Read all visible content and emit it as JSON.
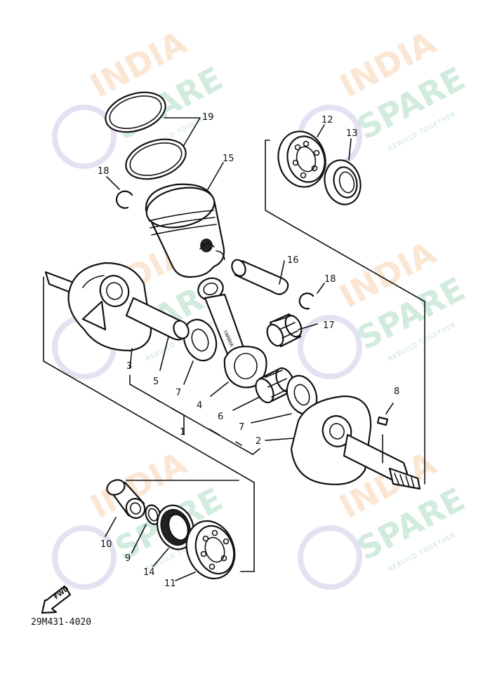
{
  "watermark": {
    "line1": "INDIA",
    "line2": "SPARE",
    "line3": "REBUILD TOGETHER",
    "colors": {
      "india": "#f5c8a0",
      "spare": "#9ad3b4",
      "emblem": "#c9c3e6"
    }
  },
  "callouts": {
    "p1": "1",
    "p2": "2",
    "p3": "3",
    "p4": "4",
    "p5": "5",
    "p6": "6",
    "p7a": "7",
    "p7b": "7",
    "p8": "8",
    "p9": "9",
    "p10": "10",
    "p11": "11",
    "p12": "12",
    "p13": "13",
    "p14": "14",
    "p15": "15",
    "p16": "16",
    "p17": "17",
    "p18a": "18",
    "p18b": "18",
    "p19": "19"
  },
  "fwd_label": "FWD",
  "piston_mark": "YAMAHA",
  "diagram_code": "29M431-4020"
}
